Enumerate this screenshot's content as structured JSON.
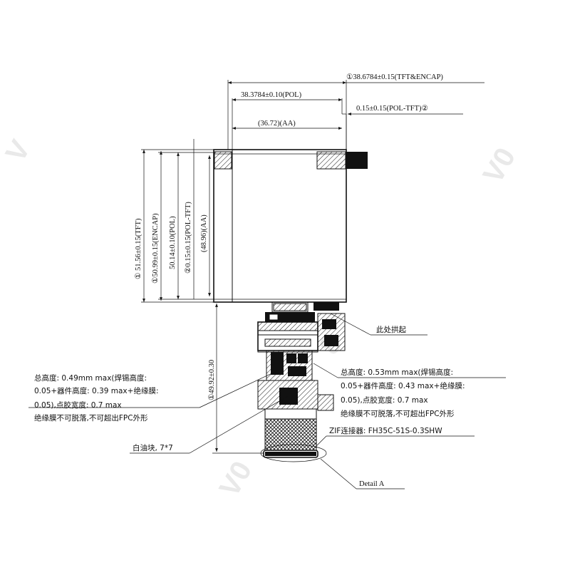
{
  "dimensions": {
    "top_tft_encap": "①38.6784±0.15(TFT&ENCAP)",
    "top_pol": "38.3784±0.10(POL)",
    "top_aa": "(36.72)(AA)",
    "pol_tft_offset": "0.15±0.15(POL-TFT)②",
    "height_tft": "① 51.56±0.15(TFT)",
    "height_encap": "①50.99±0.15(ENCAP)",
    "height_pol": "50.14±0.10(POL)",
    "height_pol_tft": "②0.15±0.15(POL-TFT)",
    "height_aa": "(48.96)(AA)",
    "fpc_length": "①49.92±0.30"
  },
  "notes": {
    "bulge_here": "此处拱起",
    "left_spec": [
      "总高度: 0.49mm max(焊锡高度:",
      "0.05+器件高度: 0.39 max+绝缘膜:",
      "0.05),点胶宽度: 0.7 max",
      "绝缘膜不可脱落,不可超出FPC外形"
    ],
    "right_spec": [
      "总高度: 0.53mm max(焊锡高度:",
      "0.05+器件高度: 0.43 max+绝缘膜:",
      "0.05),点胶宽度: 0.7 max",
      "绝缘膜不可脱落,不可超出FPC外形"
    ],
    "white_ink": "白油块, 7*7",
    "zif_connector": "ZIF连接器: FH35C-51S-0.3SHW",
    "detail": "Detail A"
  }
}
